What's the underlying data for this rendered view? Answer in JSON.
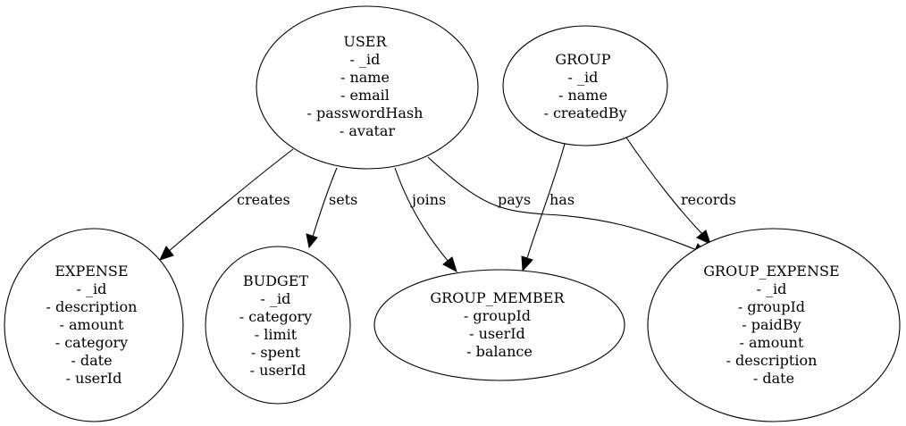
{
  "diagram": {
    "nodes": {
      "user": {
        "title": "USER",
        "fields": [
          "- _id",
          "- name",
          "- email",
          "- passwordHash",
          "- avatar"
        ]
      },
      "group": {
        "title": "GROUP",
        "fields": [
          "- _id",
          "- name",
          "- createdBy"
        ]
      },
      "expense": {
        "title": "EXPENSE",
        "fields": [
          "- _id",
          "- description",
          "- amount",
          "- category",
          "- date",
          "- userId"
        ]
      },
      "budget": {
        "title": "BUDGET",
        "fields": [
          "- _id",
          "- category",
          "- limit",
          "- spent",
          "- userId"
        ]
      },
      "group_member": {
        "title": "GROUP_MEMBER",
        "fields": [
          "- groupId",
          "- userId",
          "- balance"
        ]
      },
      "group_expense": {
        "title": "GROUP_EXPENSE",
        "fields": [
          "- _id",
          "- groupId",
          "- paidBy",
          "- amount",
          "- description",
          "- date"
        ]
      }
    },
    "edges": {
      "creates": {
        "from": "USER",
        "to": "EXPENSE",
        "label": "creates"
      },
      "sets": {
        "from": "USER",
        "to": "BUDGET",
        "label": "sets"
      },
      "joins": {
        "from": "USER",
        "to": "GROUP_MEMBER",
        "label": "joins"
      },
      "pays": {
        "from": "USER",
        "to": "GROUP_EXPENSE",
        "label": "pays"
      },
      "has": {
        "from": "GROUP",
        "to": "GROUP_MEMBER",
        "label": "has"
      },
      "records": {
        "from": "GROUP",
        "to": "GROUP_EXPENSE",
        "label": "records"
      }
    }
  }
}
